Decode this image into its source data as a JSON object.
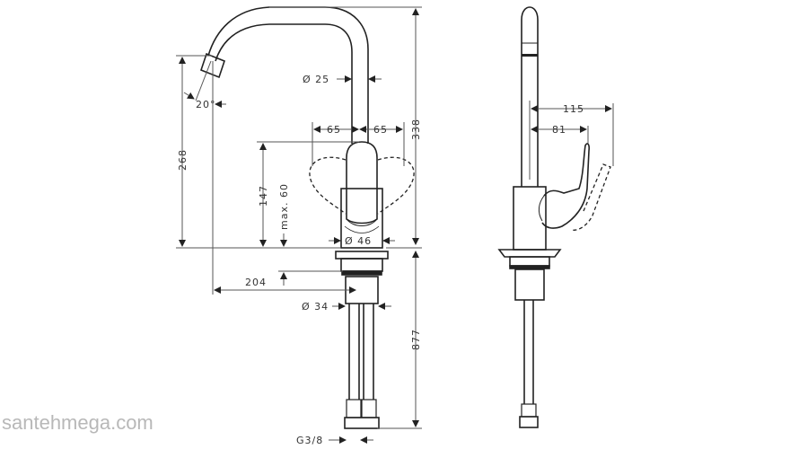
{
  "watermark": "santehmega.com",
  "front_view": {
    "dims": {
      "spout_diameter": "Ø 25",
      "lever_left": "65",
      "lever_right": "65",
      "spout_angle": "20°",
      "spout_outlet_height": "268",
      "total_height": "338",
      "lever_height": "147",
      "max_height": "max. 60",
      "body_diameter": "Ø 46",
      "reach": "204",
      "shank_diameter": "Ø 34",
      "hose_length": "877",
      "connection": "G3/8"
    }
  },
  "side_view": {
    "dims": {
      "lever_reach_max": "115",
      "lever_reach": "81"
    }
  },
  "colors": {
    "line": "#222222",
    "dim_line": "#555555",
    "watermark": "#b8b8b8"
  }
}
